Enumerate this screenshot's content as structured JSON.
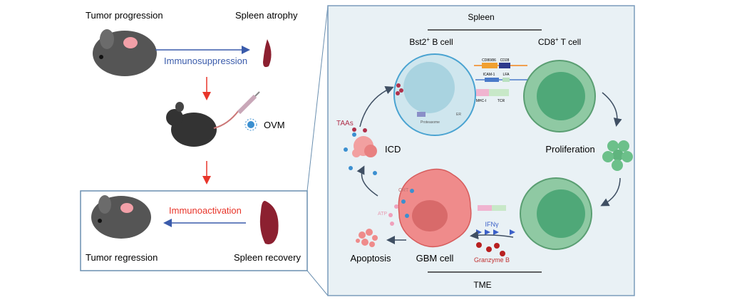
{
  "left": {
    "tumor_progression": "Tumor  progression",
    "spleen_atrophy": "Spleen atrophy",
    "immunosuppression": "Immunosuppression",
    "ovm": "OVM",
    "immunoactivation": "Immunoactivation",
    "tumor_regression": "Tumor  regression",
    "spleen_recovery": "Spleen recovery"
  },
  "right": {
    "spleen": "Spleen",
    "b_cell": "Bst2",
    "b_cell_sup": "+",
    "b_cell_suffix": " B cell",
    "t_cell": "CD8",
    "t_cell_sup": "+",
    "t_cell_suffix": " T cell",
    "cd80": "CD80/86",
    "cd28": "CD28",
    "icam": "ICAM-1",
    "lfa": "LFA",
    "mhc": "MHC-I",
    "tcr": "TCR",
    "proteasome": "Proteasome",
    "er": "ER",
    "taas": "TAAs",
    "icd": "ICD",
    "proliferation": "Proliferation",
    "crt": "CRT",
    "atp": "ATP",
    "ifng": "IFNγ",
    "granzyme": "Granzyme B",
    "apoptosis": "Apoptosis",
    "gbm": "GBM cell",
    "tme": "TME"
  },
  "colors": {
    "blue_arrow": "#3a5bab",
    "red_arrow": "#e8352a",
    "panel_bg": "#e9f1f5",
    "panel_border": "#7a9cbc",
    "b_cell": "#cfe6ee",
    "t_cell": "#8fc9a3",
    "gbm": "#ef8b8b"
  }
}
